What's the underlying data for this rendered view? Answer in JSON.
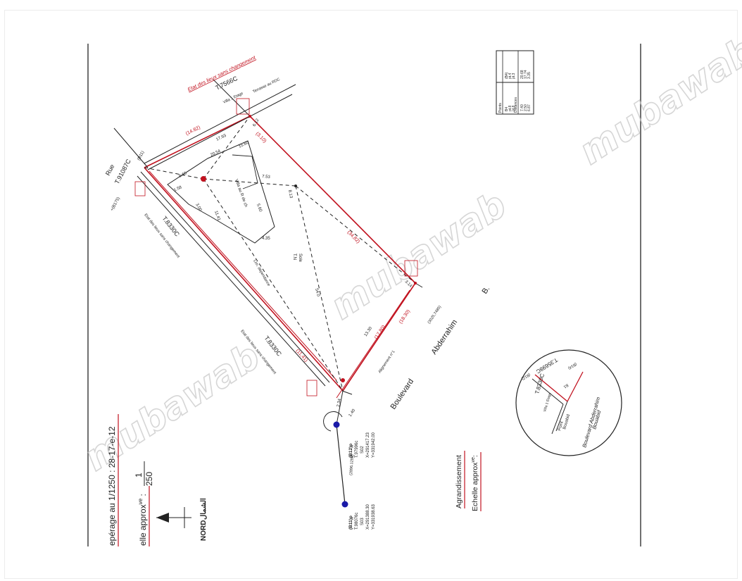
{
  "watermark": "mubawab",
  "plan": {
    "scale_text": "epérage au 1/1250 : 28-17-e-12",
    "echelle_prefix": "elle approx",
    "echelle_sup": "ve",
    "echelle_num": "1",
    "echelle_den": "250",
    "nord": "NORD",
    "nord_ar": "الشمال",
    "agrandissement": "Agrandissement",
    "echelle2": "Echelle approx",
    "echelle2_sup": "ve",
    "echelle2_colon": ":",
    "title_top": "Etat des lieux sans changement",
    "t7566": "T.7566C",
    "villa1": "Villa 1 Etage",
    "terrasse": "Terrasse au RDC",
    "rue": "Rue",
    "t91087": "T.91087C",
    "b175": "+(B175)",
    "b11": "(B11)",
    "t8330a": "T.8330C",
    "etat_side": "Etat des lieux sans changement",
    "villa_rdc": "Villa au R de ch",
    "sol": "Sole",
    "tn": "T.N",
    "lim": "Lim. dépendance",
    "lim2": "Lim. dépendance",
    "t8330b": "T.8330C",
    "etat_side2": "Etat des lieux sans changement",
    "boulevard": "Boulevard",
    "abderrahim": "Abderrahim",
    "b_dot": "B.",
    "alignement": "Alignement n°1",
    "bornes": [
      {
        "id": "b12",
        "label": "(B12)ρ",
        "t": "T.97996c",
        "n": "S02",
        "x": "X=291417.23",
        "y": "Y=331942.00"
      },
      {
        "id": "b11p",
        "label": "(B11)ρ",
        "t": "T.98076c",
        "n": "S03",
        "x": "X=291388.30",
        "y": "Y=331938.63"
      }
    ],
    "d_2896": "(2896.1280)",
    "d_3025": "(3025,7485)",
    "distances_red": [
      "(34,82)",
      "(17,80)",
      "(11,41)",
      "(14.82)",
      "(18.30)",
      "(3.10)"
    ],
    "distances_black": [
      "17.93",
      "15.60",
      "20.54",
      "8.13",
      "7.53",
      "8.15",
      "1.58",
      "3.00",
      "4.35",
      "5.60",
      "3.14",
      "13.30",
      "1.40",
      "2.34",
      "11.41",
      "6.12",
      "54.0"
    ],
    "table": {
      "headers": [
        "Points",
        "Distances"
      ],
      "group1": {
        "points": [
          "B4",
          "pt.8",
          "pt.8",
          "pt.8"
        ],
        "dists": [
          "7.40",
          "2.50",
          "6.87",
          ""
        ]
      },
      "group2": {
        "points": [
          "(B4)",
          "pt.4",
          "pt.3",
          "pt.1"
        ],
        "dists": [
          "20.68",
          "17.74",
          "3.35",
          ""
        ]
      }
    },
    "inset": {
      "t3569": "T.35698C",
      "t8330": "T.8330C",
      "b14": "(B14)",
      "b12": "(B12)",
      "b11": "B1",
      "boulevard": "Boulevard Abderrahim",
      "bouabid": "Bouabid",
      "point": "Point",
      "bouabid2": "Bouabid",
      "villa": "Villa 1 Etage"
    },
    "colors": {
      "red": "#c1121f",
      "ink": "#222222",
      "blue": "#1a1aa8"
    }
  }
}
